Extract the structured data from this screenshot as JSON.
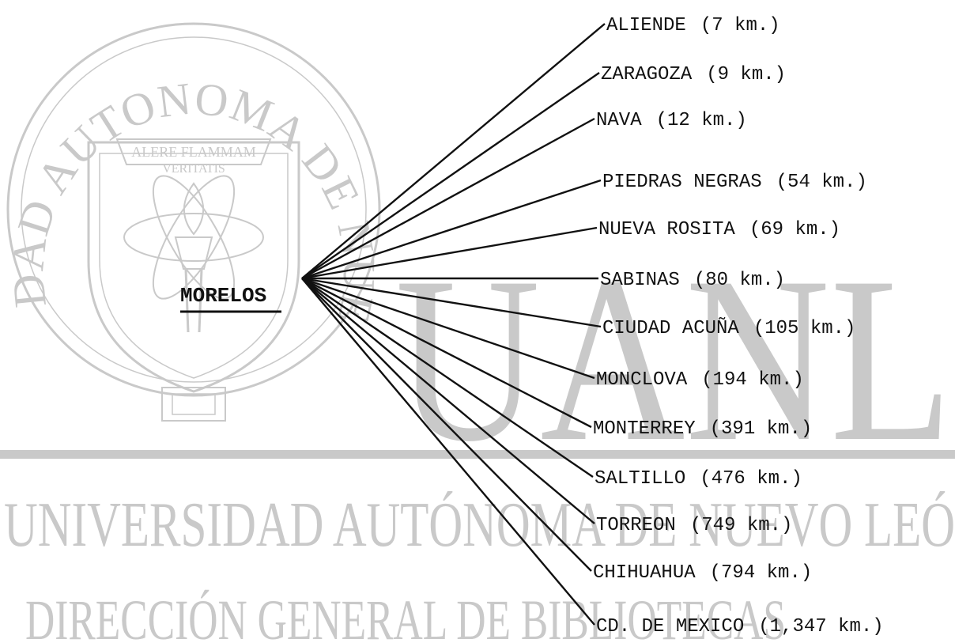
{
  "watermark": {
    "seal_ring_text": "UNIVERSIDAD AUTONOMA DE NUEVO LEON",
    "motto_line1": "ALERE FLAMMAM",
    "motto_line2": "VERITATIS",
    "big_letters": "UANL",
    "university_line": "UNIVERSIDAD AUTÓNOMA DE NUEVO LEÓ",
    "direction_line": "DIRECCIÓN GENERAL DE BIBLIOTECAS",
    "color": "#c9c9c9"
  },
  "diagram": {
    "origin": {
      "label": "MORELOS"
    },
    "destinations": [
      {
        "name": "ALIENDE",
        "distance": "(7 km.)"
      },
      {
        "name": "ZARAGOZA",
        "distance": "(9 km.)"
      },
      {
        "name": "NAVA",
        "distance": "(12 km.)"
      },
      {
        "name": "PIEDRAS NEGRAS",
        "distance": "(54 km.)"
      },
      {
        "name": "NUEVA ROSITA",
        "distance": "(69 km.)"
      },
      {
        "name": "SABINAS",
        "distance": "(80 km.)"
      },
      {
        "name": "CIUDAD ACUÑA",
        "distance": "(105 km.)"
      },
      {
        "name": "MONCLOVA",
        "distance": "(194 km.)"
      },
      {
        "name": "MONTERREY",
        "distance": "(391 km.)"
      },
      {
        "name": "SALTILLO",
        "distance": "(476 km.)"
      },
      {
        "name": "TORREON",
        "distance": "(749 km.)"
      },
      {
        "name": "CHIHUAHUA",
        "distance": "(794 km.)"
      },
      {
        "name": "CD. DE MEXICO",
        "distance": "(1,347 km.)"
      }
    ],
    "ink_color": "#111111"
  }
}
